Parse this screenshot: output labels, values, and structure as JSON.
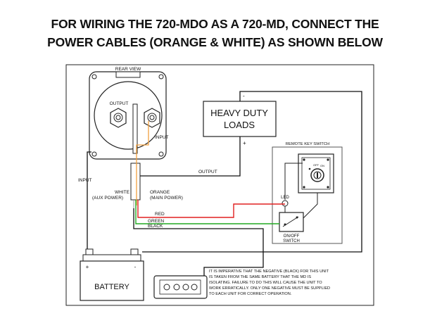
{
  "title": {
    "line1": "FOR WIRING THE 720-MDO AS A 720-MD, CONNECT THE",
    "line2": "POWER CABLES (ORANGE & WHITE) AS SHOWN BELOW"
  },
  "labels": {
    "rear_view": "REAR VIEW",
    "output_top": "OUTPUT",
    "input_terminal": "INPUT",
    "output_wire": "OUTPUT",
    "input_wire": "INPUT",
    "white_1": "WHITE",
    "white_2": "(AUX POWER)",
    "orange_1": "ORANGE",
    "orange_2": "(MAIN POWER)",
    "red": "RED",
    "green": "GREEN",
    "black": "BLACK",
    "loads_1": "HEAVY DUTY",
    "loads_2": "LOADS",
    "minus_top": "-",
    "plus_loads": "+",
    "remote_key_switch": "REMOTE KEY SWITCH",
    "led": "LED",
    "onoff_1": "ON/OFF",
    "onoff_2": "SWITCH",
    "battery": "BATTERY",
    "batt_plus": "+",
    "batt_minus": "-",
    "key_off": "OFF",
    "key_on": "ON"
  },
  "note": {
    "line1": "IT IS IMPERATIVE THAT THE NEGATIVE (BLACK) FOR THIS UNIT",
    "line2": "IS TAKEN FROM THE SAME BATTERY THAT THE MD IS",
    "line3": "ISOLATING. FAILURE TO DO THIS WILL CAUSE THE UNIT TO",
    "line4": "WORK ERRATICALLY. ONLY ONE NEGATIVE MUST BE SUPPLIED",
    "line5": "TO EACH UNIT FOR CORRECT OPERATION."
  },
  "colors": {
    "red_wire": "#e02020",
    "green_wire": "#22aa22",
    "orange_wire": "#f0a040",
    "black_wire": "#111111"
  }
}
